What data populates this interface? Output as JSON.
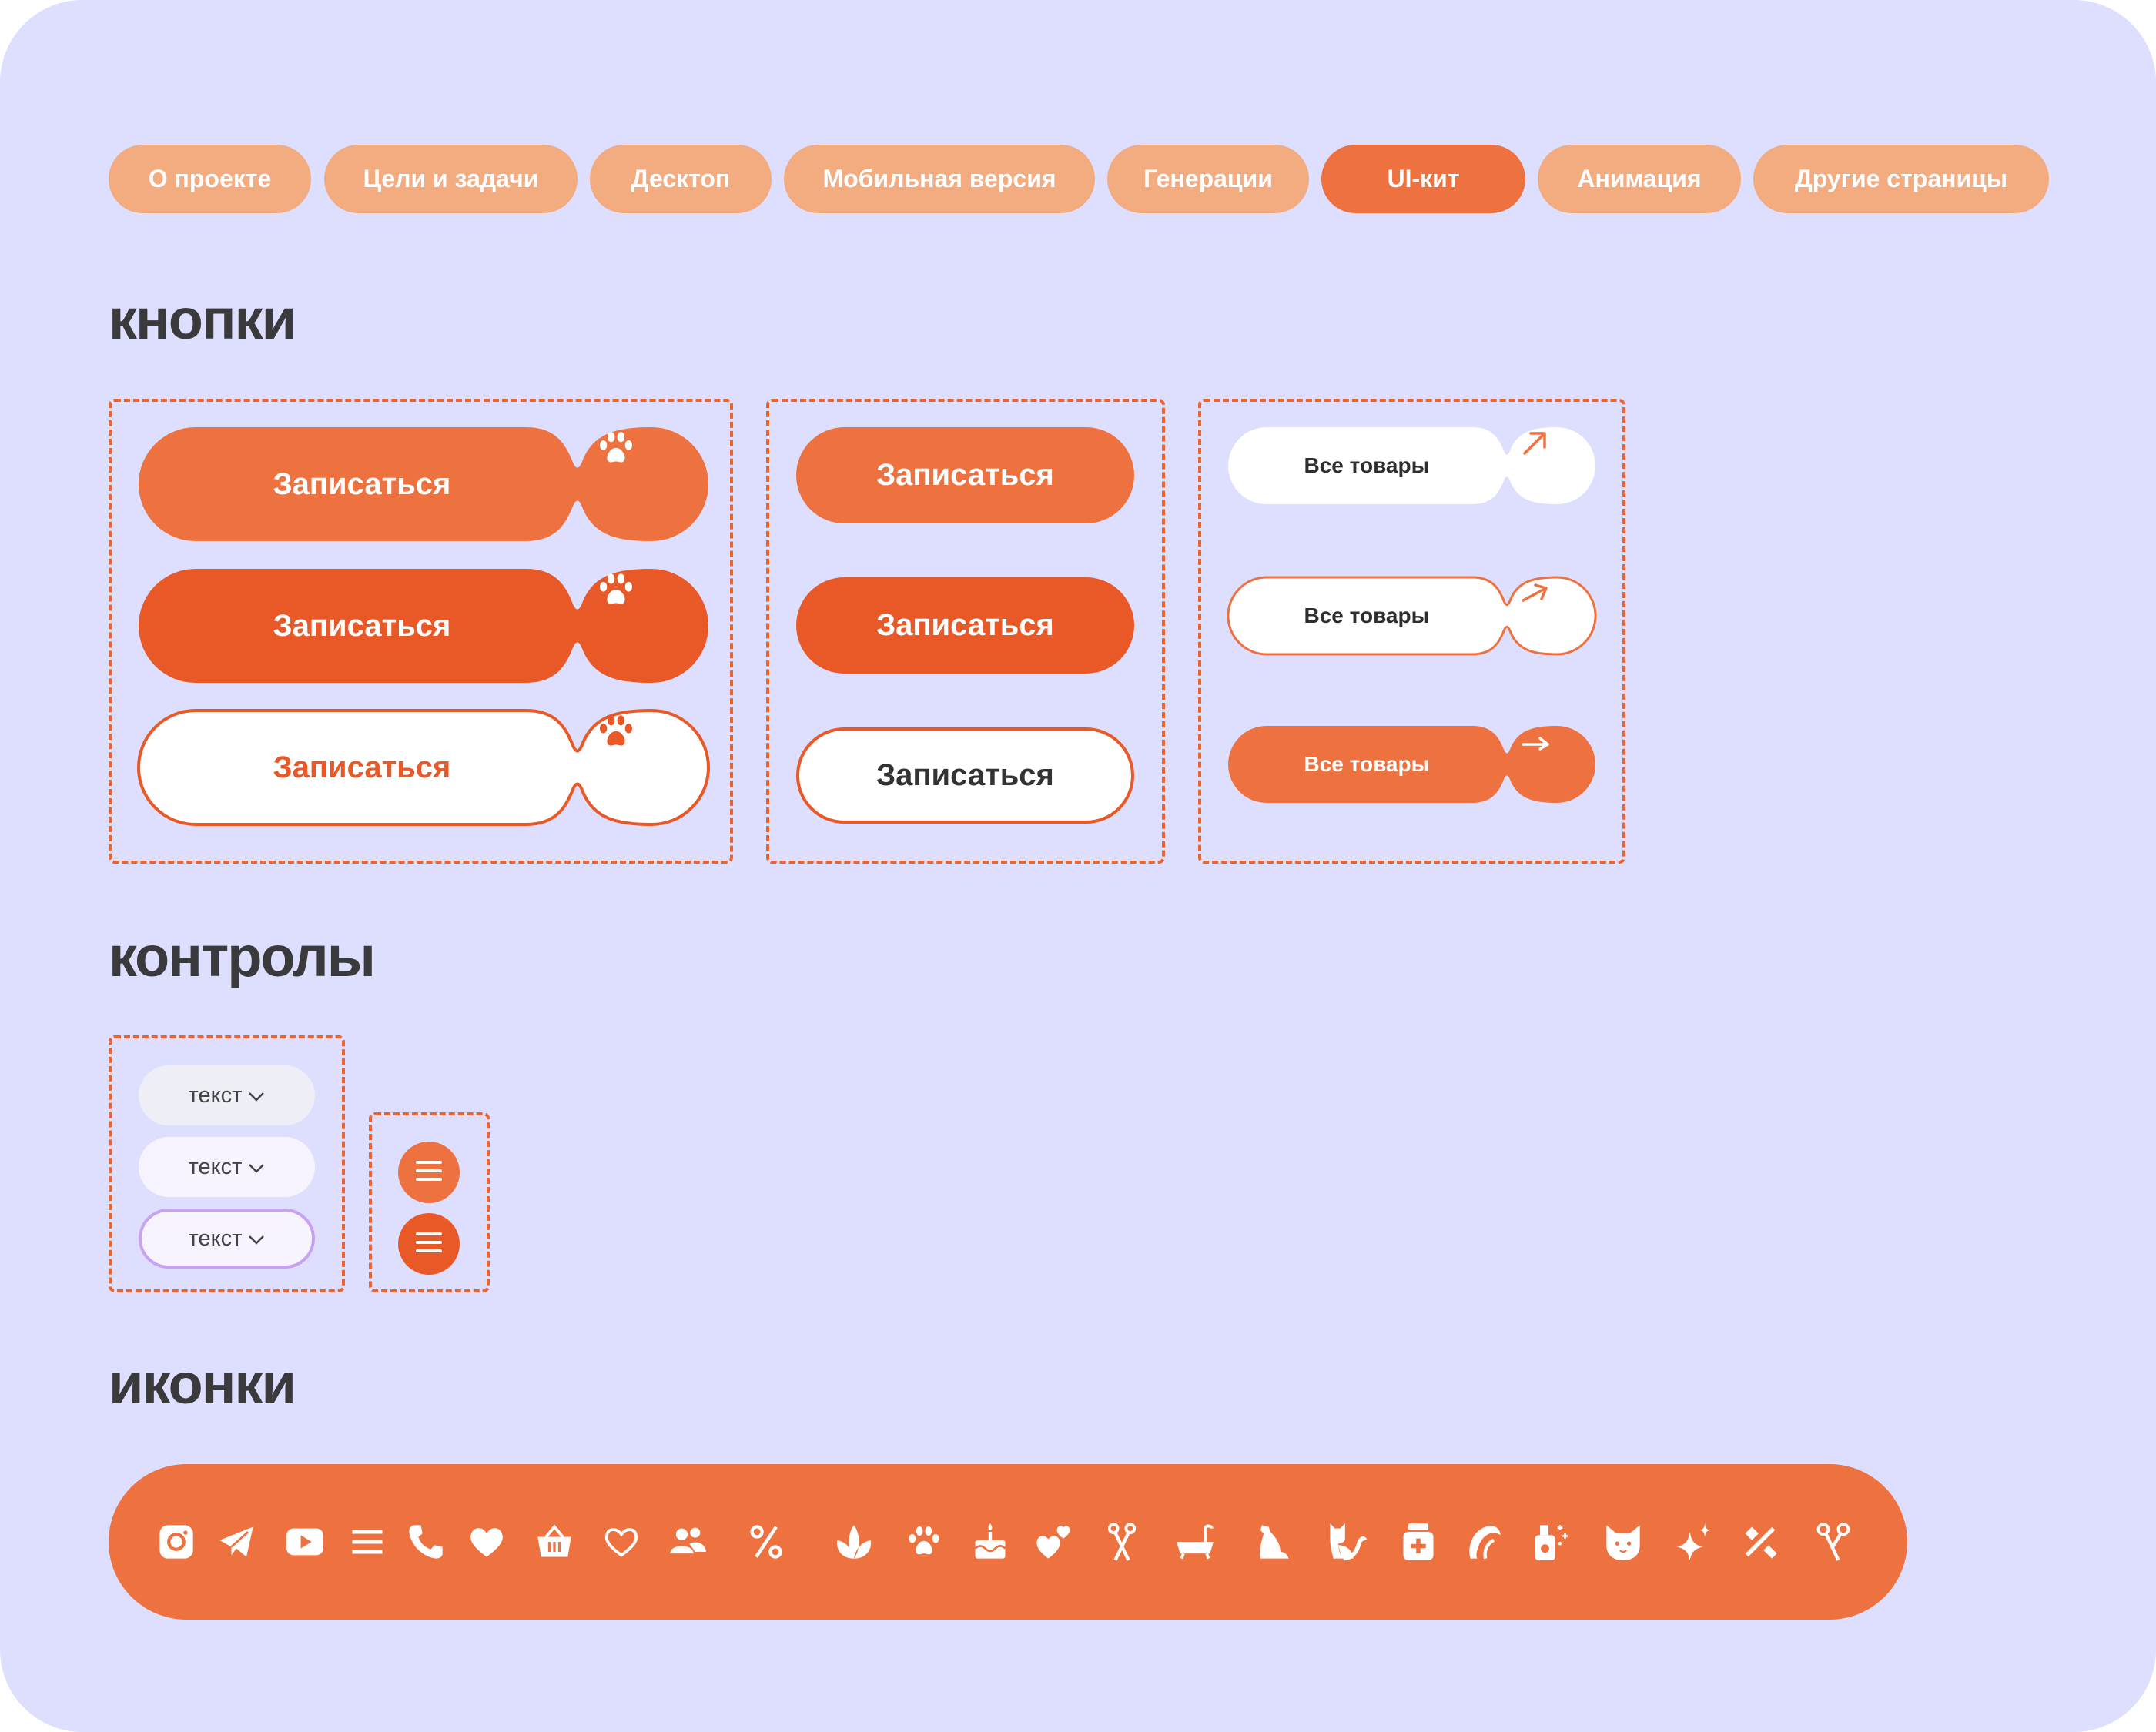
{
  "colors": {
    "background": "#DEDEFE",
    "accent": "#ED7240",
    "accent_dark": "#E85927",
    "nav_inactive": "#F3AB80",
    "dashed": "#E9642F"
  },
  "nav": {
    "items": [
      {
        "label": "О проекте",
        "active": false
      },
      {
        "label": "Цели и задачи",
        "active": false
      },
      {
        "label": "Десктоп",
        "active": false
      },
      {
        "label": "Мобильная версия",
        "active": false
      },
      {
        "label": "Генерации",
        "active": false
      },
      {
        "label": "UI-кит",
        "active": true
      },
      {
        "label": "Анимация",
        "active": false
      },
      {
        "label": "Другие страницы",
        "active": false
      }
    ]
  },
  "sections": {
    "buttons": "кнопки",
    "controls": "контролы",
    "icons": "иконки"
  },
  "buttons": {
    "paw_buttons": [
      {
        "label": "Записаться",
        "variant": "filled"
      },
      {
        "label": "Записаться",
        "variant": "dark"
      },
      {
        "label": "Записаться",
        "variant": "outline"
      }
    ],
    "simple_buttons": [
      {
        "label": "Записаться",
        "variant": "filled"
      },
      {
        "label": "Записаться",
        "variant": "dark"
      },
      {
        "label": "Записаться",
        "variant": "outline"
      }
    ],
    "arrow_buttons": [
      {
        "label": "Все товары",
        "variant": "white"
      },
      {
        "label": "Все товары",
        "variant": "outline"
      },
      {
        "label": "Все товары",
        "variant": "filled"
      }
    ]
  },
  "controls": {
    "dropdowns": [
      {
        "label": "текст",
        "state": "default"
      },
      {
        "label": "текст",
        "state": "hover"
      },
      {
        "label": "текст",
        "state": "focused"
      }
    ],
    "menu_buttons": [
      "menu-icon",
      "menu-icon"
    ]
  },
  "icons": [
    "instagram",
    "telegram",
    "youtube",
    "menu",
    "phone",
    "heart",
    "basket",
    "heart-outline",
    "users",
    "percent",
    "leaf",
    "paw",
    "cake",
    "hearts",
    "scissors",
    "bath",
    "dog",
    "cat",
    "medicine",
    "grooming",
    "spray",
    "cat-face",
    "sparkles",
    "tools",
    "scissors-alt"
  ]
}
